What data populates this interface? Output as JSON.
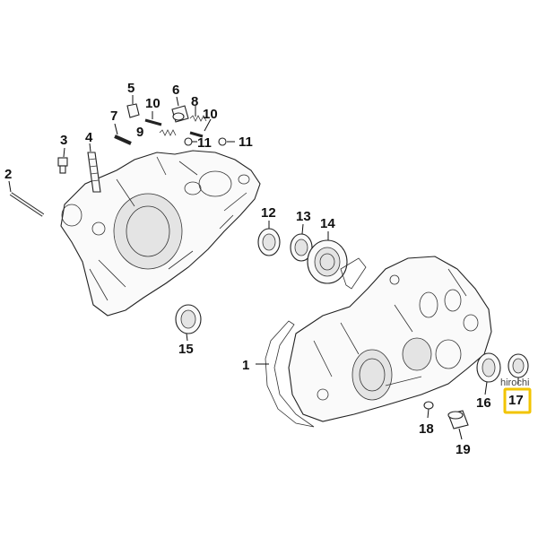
{
  "callouts": {
    "c1": "1",
    "c2": "2",
    "c3": "3",
    "c4": "4",
    "c5": "5",
    "c6": "6",
    "c7": "7",
    "c8": "8",
    "c9": "9",
    "c10a": "10",
    "c10b": "10",
    "c11a": "11",
    "c11b": "11",
    "c12": "12",
    "c13": "13",
    "c14": "14",
    "c15": "15",
    "c16": "16",
    "c17": "17",
    "c18": "18",
    "c19": "19"
  },
  "highlighted_callout": "17",
  "highlight_color": "#f2c400",
  "watermark": "hirochi"
}
